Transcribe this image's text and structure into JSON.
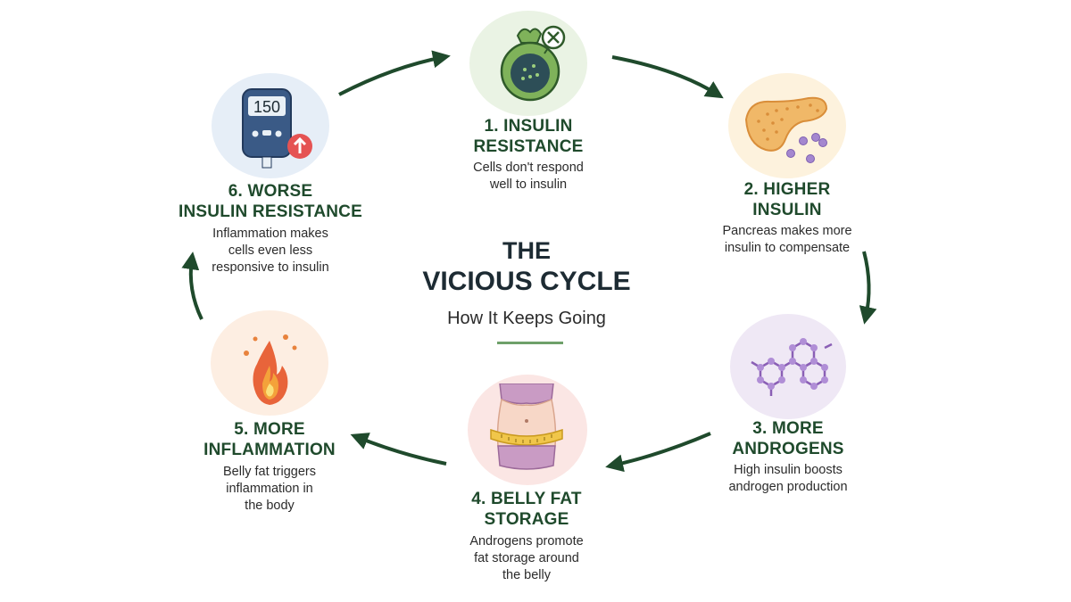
{
  "center": {
    "title_line1": "THE",
    "title_line2": "VICIOUS CYCLE",
    "subtitle": "How It Keeps Going"
  },
  "steps": [
    {
      "title_line1": "1. INSULIN",
      "title_line2": "RESISTANCE",
      "desc": [
        "Cells don't respond",
        "well to insulin"
      ],
      "icon": "cell-icon"
    },
    {
      "title_line1": "2. HIGHER",
      "title_line2": "INSULIN",
      "desc": [
        "Pancreas makes more",
        "insulin to compensate"
      ],
      "icon": "pancreas-icon"
    },
    {
      "title_line1": "3. MORE",
      "title_line2": "ANDROGENS",
      "desc": [
        "High insulin boosts",
        "androgen production"
      ],
      "icon": "molecule-icon"
    },
    {
      "title_line1": "4. BELLY FAT",
      "title_line2": "STORAGE",
      "desc": [
        "Androgens promote",
        "fat storage around",
        "the belly"
      ],
      "icon": "belly-measuring-tape-icon"
    },
    {
      "title_line1": "5. MORE",
      "title_line2": "INFLAMMATION",
      "desc": [
        "Belly fat triggers",
        "inflammation in",
        "the body"
      ],
      "icon": "fire-icon"
    },
    {
      "title_line1": "6. WORSE",
      "title_line2": "INSULIN RESISTANCE",
      "desc": [
        "Inflammation makes",
        "cells even less",
        "responsive to insulin"
      ],
      "icon": "glucose-meter-icon"
    }
  ],
  "glucose_meter_reading": "150",
  "colors": {
    "title_green": "#1f4a2c",
    "arrow_green": "#1f4a2c",
    "accent_rule": "#6ea06a"
  }
}
